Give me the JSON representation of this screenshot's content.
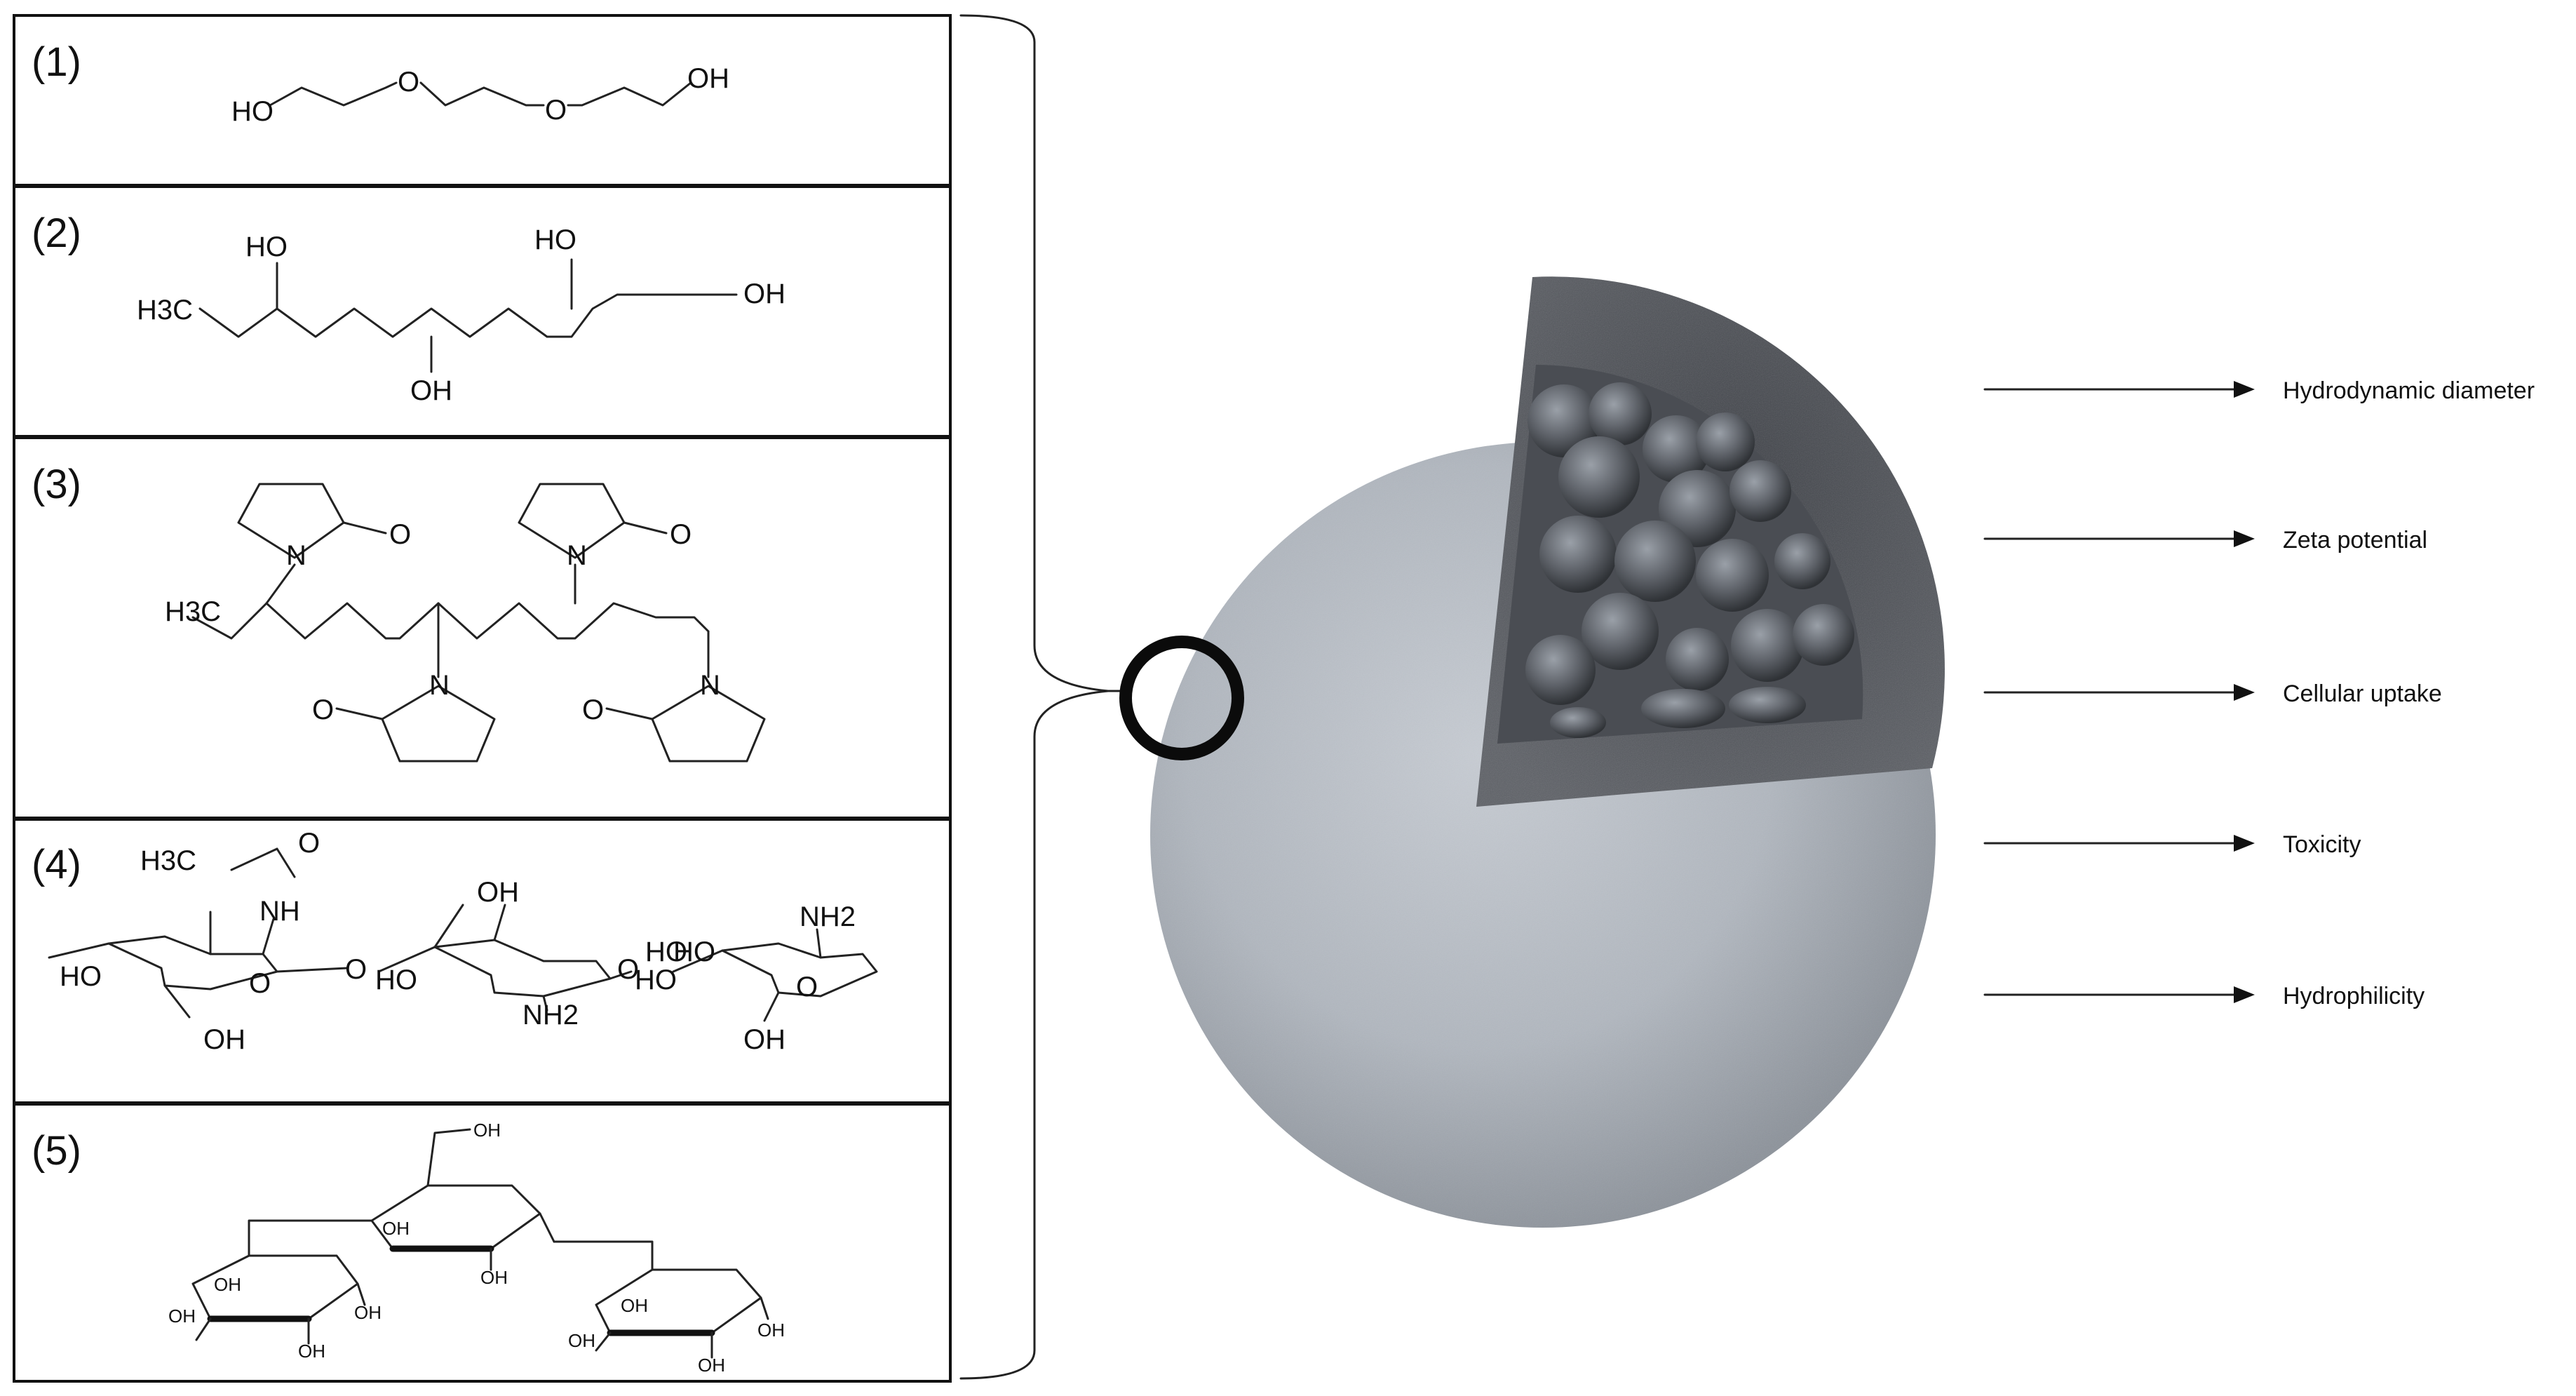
{
  "panels": [
    {
      "label": "(1)",
      "atoms": [
        "HO",
        "O",
        "O",
        "OH"
      ]
    },
    {
      "label": "(2)",
      "atoms": [
        "H3C",
        "HO",
        "OH",
        "HO",
        "OH"
      ]
    },
    {
      "label": "(3)",
      "atoms": [
        "H3C",
        "N",
        "O",
        "N",
        "O",
        "N",
        "O",
        "N",
        "O"
      ]
    },
    {
      "label": "(4)",
      "atoms": [
        "H3C",
        "O",
        "NH",
        "OH",
        "HO",
        "O",
        "OH",
        "HO",
        "HO",
        "NH2",
        "O",
        "HO",
        "NH2",
        "O",
        "HO",
        "O",
        "OH"
      ]
    },
    {
      "label": "(5)",
      "atoms": [
        "OH",
        "OH",
        "OH",
        "OH",
        "OH",
        "OH",
        "OH",
        "OH",
        "OH",
        "OH",
        "OH"
      ]
    }
  ],
  "properties": [
    "Hydrodynamic diameter",
    "Zeta potential",
    "Cellular uptake",
    "Toxicity",
    "Hydrophilicity"
  ],
  "colors": {
    "sphere": "#b4bac2",
    "core": "#55585e",
    "ink": "#111111"
  }
}
